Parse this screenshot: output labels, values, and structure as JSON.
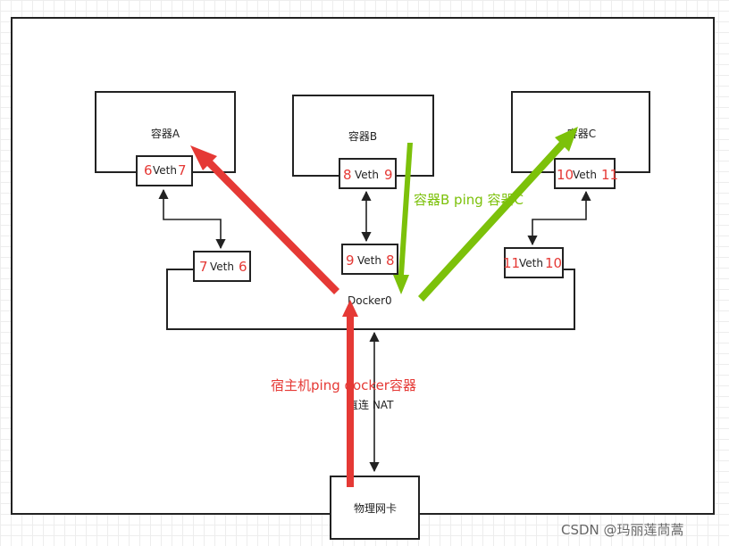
{
  "containers": {
    "a": {
      "label": "容器A",
      "veth_left": "6",
      "veth_text": "Veth",
      "veth_right": "7"
    },
    "b": {
      "label": "容器B",
      "veth_left": "8",
      "veth_text": "Veth",
      "veth_right": "9"
    },
    "c": {
      "label": "容器C",
      "veth_left": "10",
      "veth_text": "Veth",
      "veth_right": "11"
    }
  },
  "bridge": {
    "label": "Docker0",
    "veth_a": {
      "left": "7",
      "text": "Veth",
      "right": "6"
    },
    "veth_b": {
      "left": "9",
      "text": "Veth",
      "right": "8"
    },
    "veth_c": {
      "left": "11",
      "text": "Veth",
      "right": "10"
    }
  },
  "nic": {
    "label": "物理网卡",
    "link_label": "直连 NAT"
  },
  "annotations": {
    "host_ping": "宿主机ping docker容器",
    "container_ping": "容器B ping 容器C"
  },
  "watermark": "CSDN @玛丽莲茼蒿",
  "colors": {
    "red": "#e53935",
    "green": "#7cc10a",
    "line": "#222222"
  }
}
